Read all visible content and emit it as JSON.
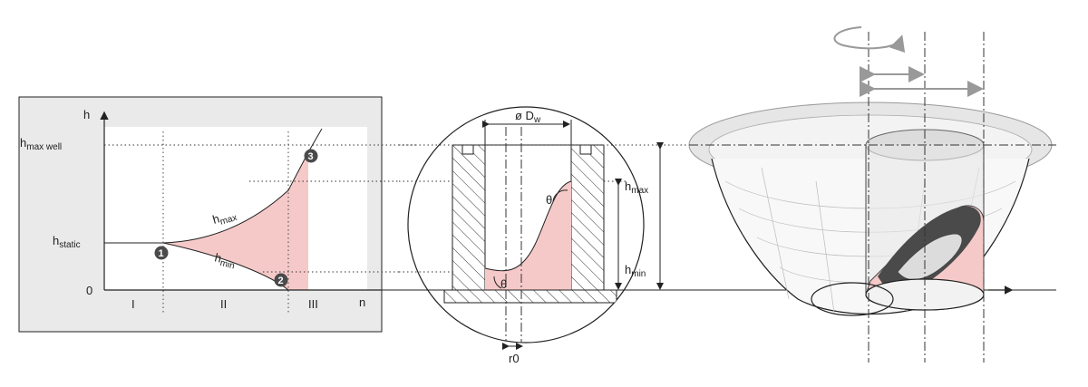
{
  "graph": {
    "y_axis": "h",
    "x_axis": "n",
    "origin": "0",
    "h_static": [
      "h",
      "static"
    ],
    "h_max_well": [
      "h",
      "max well"
    ],
    "h_max_curve": [
      "h",
      "max"
    ],
    "h_min_curve": [
      "h",
      "min"
    ],
    "zones": [
      "I",
      "II",
      "III"
    ],
    "markers": [
      "1",
      "2",
      "3"
    ]
  },
  "well": {
    "diameter": [
      "ø D",
      "w"
    ],
    "h_max": [
      "h",
      "max"
    ],
    "h_min": [
      "h",
      "min"
    ],
    "theta_top": "θ",
    "theta_bottom": "θ",
    "r0": "r0"
  },
  "colors": {
    "fluid": "#f6c9c9",
    "panel": "#eaeaea",
    "dark": "#4a4a4a",
    "line": "#222222"
  }
}
